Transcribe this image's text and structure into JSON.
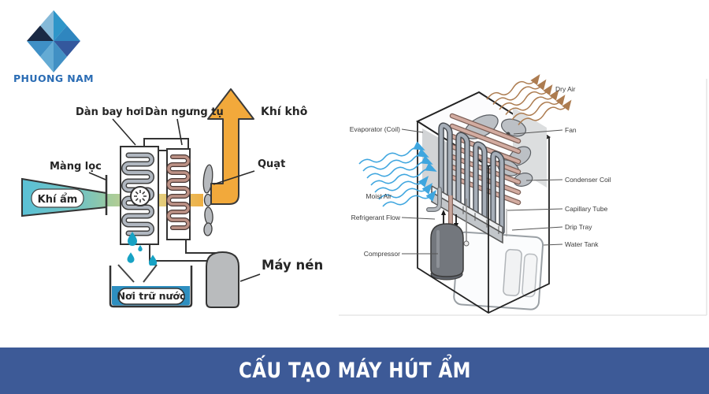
{
  "logo": {
    "brand": "PHUONG NAM",
    "icon": "diamond-logo"
  },
  "title_bar": {
    "text": "CẤU TẠO MÁY HÚT ẨM"
  },
  "left_diagram": {
    "labels": {
      "evaporator": "Dàn bay hơi",
      "condenser": "Dàn ngưng tụ",
      "dry_air": "Khí khô",
      "filter": "Màng lọc",
      "moist_air": "Khí ẩm",
      "fan": "Quạt",
      "water_tank": "Nơi trữ nước",
      "compressor": "Máy nén"
    }
  },
  "right_diagram": {
    "labels": {
      "evaporator": "Evaporator (Coil)",
      "moist_air": "Moist Air",
      "refrigerant_flow": "Refrigerant Flow",
      "compressor": "Compressor",
      "dry_air": "Dry Air",
      "fan": "Fan",
      "condenser": "Condenser Coil",
      "capillary_tube": "Capillary Tube",
      "drip_tray": "Drip Tray",
      "water_tank": "Water Tank"
    }
  },
  "colors": {
    "title_bar_bg": "#3d5a97",
    "logo_text_blue": "#2a6cb4",
    "arrow_orange": "#f2a93b",
    "moist_air_blue": "#3fa6df",
    "dry_air_brown": "#ad7c50",
    "water_blue": "#2e8fc0",
    "funnel_teal": "#5ac1d6"
  }
}
